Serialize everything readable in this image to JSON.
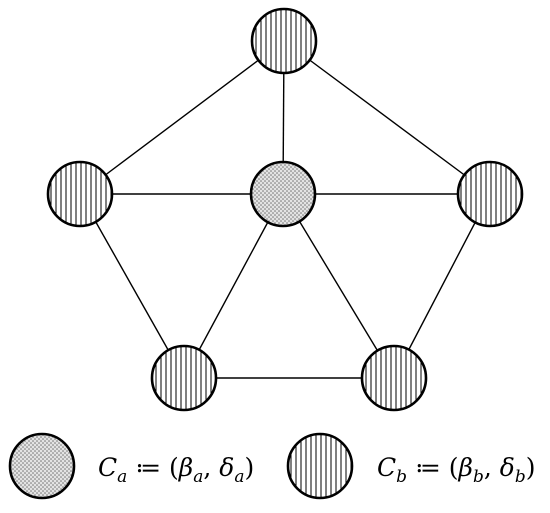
{
  "graph": {
    "nodes": [
      {
        "id": "top",
        "type": "b"
      },
      {
        "id": "left",
        "type": "b"
      },
      {
        "id": "center",
        "type": "a"
      },
      {
        "id": "right",
        "type": "b"
      },
      {
        "id": "bottom-left",
        "type": "b"
      },
      {
        "id": "bottom-right",
        "type": "b"
      }
    ],
    "edges": [
      [
        "top",
        "left"
      ],
      [
        "top",
        "right"
      ],
      [
        "top",
        "center"
      ],
      [
        "left",
        "center"
      ],
      [
        "center",
        "right"
      ],
      [
        "left",
        "bottom-left"
      ],
      [
        "right",
        "bottom-right"
      ],
      [
        "center",
        "bottom-left"
      ],
      [
        "center",
        "bottom-right"
      ],
      [
        "bottom-left",
        "bottom-right"
      ]
    ]
  },
  "legend": {
    "a": {
      "symbol": "C",
      "sub": "a",
      "assign": " ≔ (",
      "p1": "β",
      "p1_sub": "a",
      "sep": ", ",
      "p2": "δ",
      "p2_sub": "a",
      "close": ")"
    },
    "b": {
      "symbol": "C",
      "sub": "b",
      "assign": " ≔ (",
      "p1": "β",
      "p1_sub": "b",
      "sep": ", ",
      "p2": "δ",
      "p2_sub": "b",
      "close": ")"
    }
  },
  "colors": {
    "stroke": "#000000",
    "dot_fill": "#d9d9d9",
    "stripe_fill": "#ffffff"
  }
}
